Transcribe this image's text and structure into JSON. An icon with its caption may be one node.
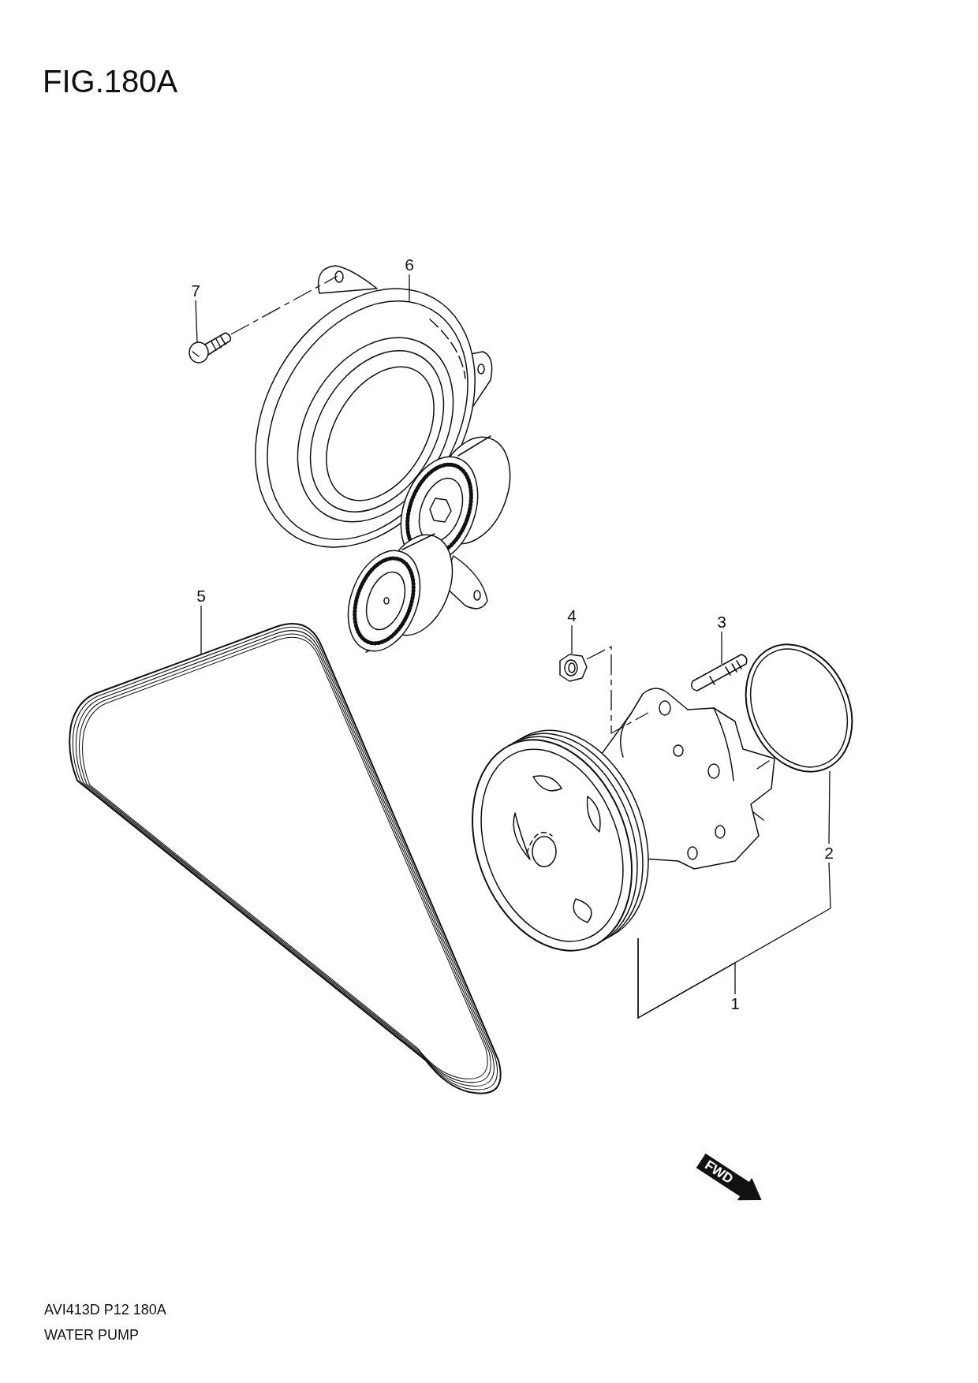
{
  "diagram": {
    "title": "FIG.180A",
    "nodes": [
      {
        "text": [
          "6"
        ]
      },
      {
        "text": [],
        "shape": "picture"
      },
      {
        "text": [
          "7"
        ]
      },
      {
        "text": [],
        "shape": "picture"
      },
      {
        "text": [
          "5"
        ]
      },
      {
        "text": [],
        "shape": "picture"
      },
      {
        "text": [
          "4"
        ]
      },
      {
        "text": [],
        "shape": "picture"
      },
      {
        "text": [
          "3"
        ]
      },
      {
        "text": [],
        "shape": "picture"
      },
      {
        "text": [
          "2"
        ]
      },
      {
        "text": [],
        "shape": "picture"
      },
      {
        "text": [
          "1"
        ]
      },
      {
        "text": [],
        "shape": "picture"
      }
    ],
    "edges": [
      {
        "from": 0,
        "to": 1,
        "arrow": "none"
      },
      {
        "from": 2,
        "to": 3,
        "arrow": "none"
      },
      {
        "from": 4,
        "to": 5,
        "arrow": "none"
      },
      {
        "from": 6,
        "to": 7,
        "arrow": "none"
      },
      {
        "from": 8,
        "to": 9,
        "arrow": "none"
      },
      {
        "from": 10,
        "to": 11,
        "arrow": "none"
      },
      {
        "from": 12,
        "to": 13,
        "arrow": "none"
      },
      {
        "from": 3,
        "to": 1,
        "arrow": "none",
        "style": "dashed"
      },
      {
        "from": 7,
        "to": 13,
        "arrow": "none",
        "style": "dashed"
      },
      {
        "from": 10,
        "to": 13,
        "arrow": "none"
      }
    ],
    "labels": [
      "FWD",
      "AVI413D P12 180A",
      "WATER PUMP"
    ]
  }
}
